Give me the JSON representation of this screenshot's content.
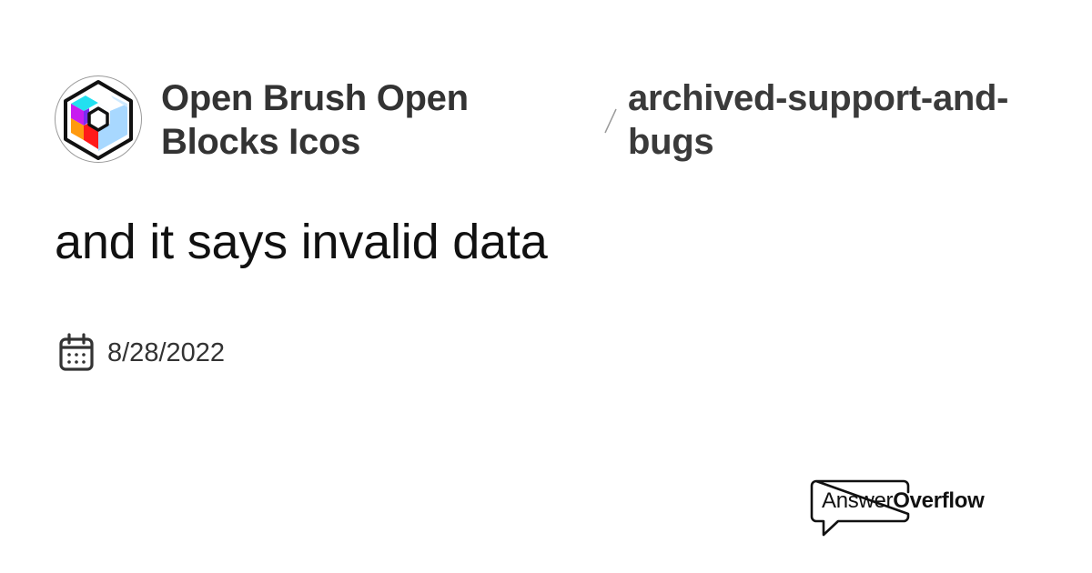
{
  "header": {
    "server_name": "Open Brush Open Blocks Icos",
    "server_icon": "open-brush-blocks-logo",
    "separator": "/",
    "channel_name": "archived-support-and-bugs"
  },
  "post": {
    "title": "and it says invalid data",
    "date_icon": "calendar-icon",
    "date": "8/28/2022"
  },
  "branding": {
    "logo_icon": "speech-bubble-icon",
    "answer": "Answer",
    "overflow": "Overflow"
  },
  "colors": {
    "text_dark": "#333333",
    "title": "#111111",
    "separator": "#9a9a9a"
  }
}
